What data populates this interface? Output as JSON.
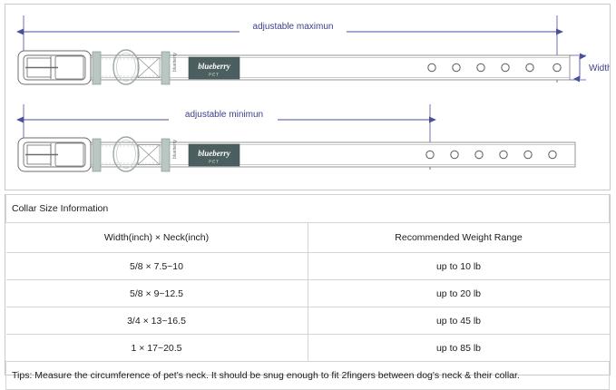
{
  "diagram": {
    "top_label": "adjustable maximun",
    "bottom_label": "adjustable minimun",
    "width_label": "Width",
    "brand": {
      "name": "blueberry",
      "sub": "PET",
      "patch_color": "#4c5f60"
    },
    "dim_color": "#4a4f9c",
    "strap_color": "#ffffff",
    "hardware_color": "#b9c6c2",
    "outline_color": "#7a7a7a",
    "top_strap": {
      "holes": 6,
      "adjust_to_hole": 6
    },
    "bottom_strap": {
      "holes": 6,
      "adjust_to_hole": 0
    }
  },
  "table": {
    "title": "Collar Size Information",
    "headers": [
      "Width(inch)  ×  Neck(inch)",
      "Recommended Weight Range"
    ],
    "rows": [
      [
        "5/8 × 7.5~10",
        "up to 10 lb"
      ],
      [
        "5/8 × 9~12.5",
        "up to 20 lb"
      ],
      [
        "3/4 × 13~16.5",
        "up to 45 lb"
      ],
      [
        "1 × 17~20.5",
        "up to 85 lb"
      ]
    ],
    "tips": "Tips: Measure the circumference of pet's neck. It should be snug enough to fit 2fingers between dog's neck & their collar."
  }
}
